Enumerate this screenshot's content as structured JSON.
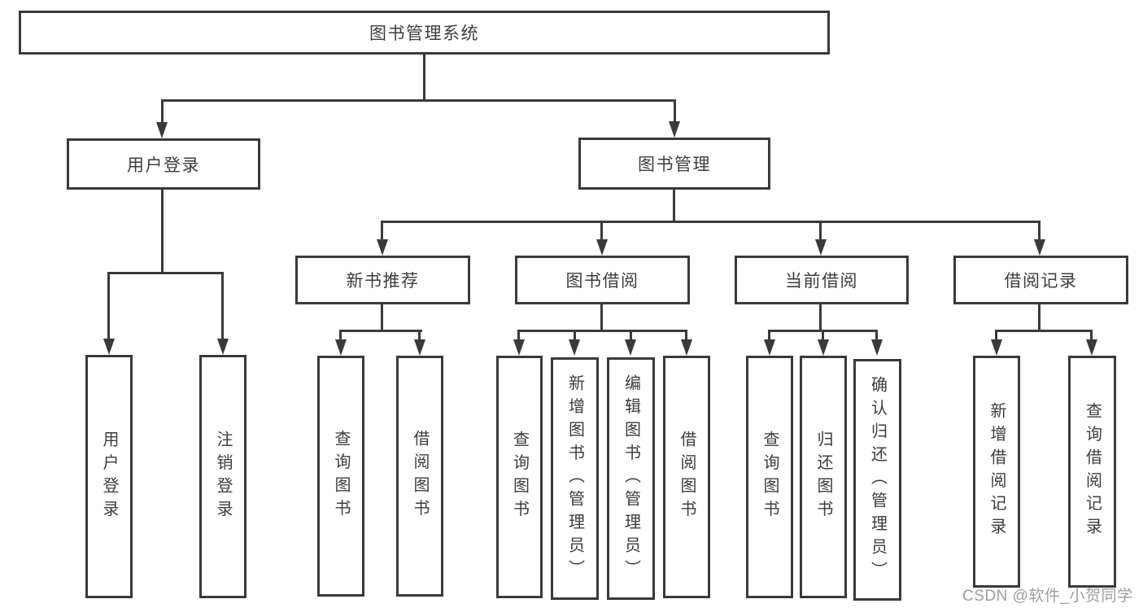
{
  "diagram": {
    "root": "图书管理系统",
    "level1": {
      "user_login": "用户登录",
      "book_management": "图书管理"
    },
    "level2": {
      "new_book_recommend": "新书推荐",
      "book_borrow": "图书借阅",
      "current_borrow": "当前借阅",
      "borrow_records": "借阅记录"
    },
    "leaves": {
      "login": [
        "用户登录",
        "注销登录"
      ],
      "recommend": [
        "查询图书",
        "借阅图书"
      ],
      "borrow": [
        "查询图书",
        "新增图书（管理员）",
        "编辑图书（管理员）",
        "借阅图书"
      ],
      "current": [
        "查询图书",
        "归还图书",
        "确认归还（管理员）"
      ],
      "records": [
        "新增借阅记录",
        "查询借阅记录"
      ]
    },
    "watermark": "CSDN @软件_小贺同学"
  },
  "colors": {
    "line": "#3a3a3a",
    "text": "#3d3d3d",
    "watermark": "#9d9d9d",
    "background": "#ffffff"
  }
}
